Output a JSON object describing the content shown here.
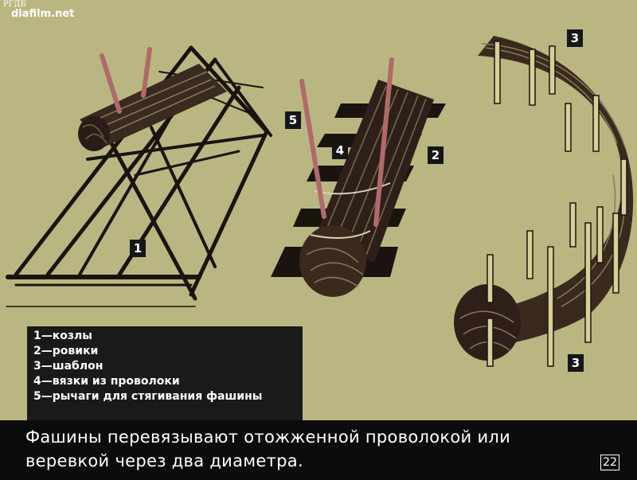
{
  "watermark": {
    "top": "РГДБ",
    "site": "diafilm.net"
  },
  "labels": {
    "one": "1",
    "two": "2",
    "three_top": "3",
    "three_bottom": "3",
    "four": "4",
    "five": "5"
  },
  "legend": [
    "1—козлы",
    "2—ровики",
    "3—шаблон",
    "4—вязки из проволоки",
    "5—рычаги для стягивания фашины"
  ],
  "caption": {
    "line1": "Фашины перевязывают отожженной проволокой или",
    "line2": "веревкой через два диаметра."
  },
  "frame_number": "22",
  "colors": {
    "background": "#b9b682",
    "ink": "#1a1410",
    "rod": "#b06a6a",
    "panel": "#161616"
  }
}
